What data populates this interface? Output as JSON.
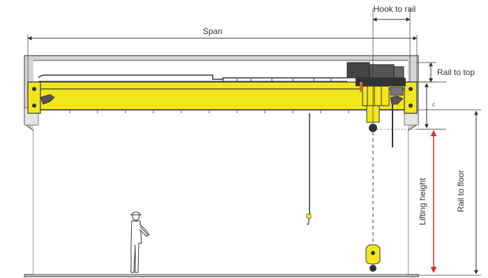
{
  "labels": {
    "span": "Span",
    "hook_to_rail": "Hook to rail",
    "rail_to_top": "Rail to top",
    "c": "c",
    "lifting_height": "Lifting height",
    "rail_to_floor": "Rail to floor"
  },
  "colors": {
    "girder_yellow": "#f2e61c",
    "lifting_arrow_red": "#d9312b",
    "wall_gray": "#cfcfcf",
    "line_dark": "#333333"
  },
  "icons": [
    "crane-girder",
    "trolley-hoist",
    "hook-block",
    "worker-figure"
  ]
}
